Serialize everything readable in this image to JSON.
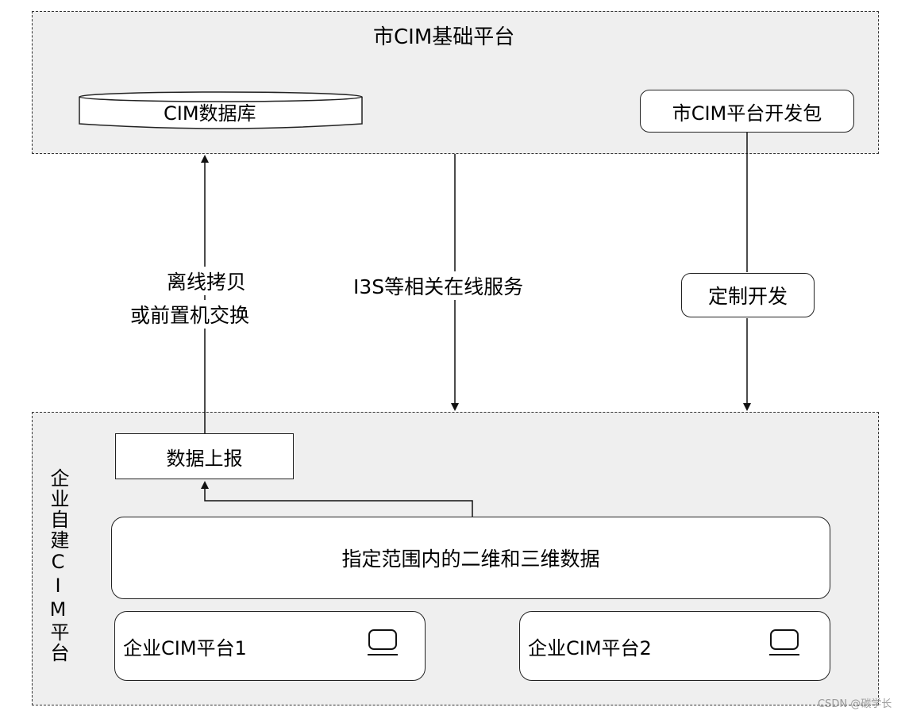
{
  "city_platform": {
    "title": "市CIM基础平台",
    "database": "CIM数据库",
    "dev_kit": "市CIM平台开发包"
  },
  "connections": {
    "offline_copy_line1": "离线拷贝",
    "offline_copy_line2": "或前置机交换",
    "online_services": "I3S等相关在线服务",
    "custom_development": "定制开发"
  },
  "enterprise_platform": {
    "title": "企业自建CIM平台",
    "data_report": "数据上报",
    "data_scope": "指定范围内的二维和三维数据",
    "platform_1": "企业CIM平台1",
    "platform_2": "企业CIM平台2",
    "platform_icon": "monitor-icon"
  },
  "watermark": "CSDN @碳学长"
}
